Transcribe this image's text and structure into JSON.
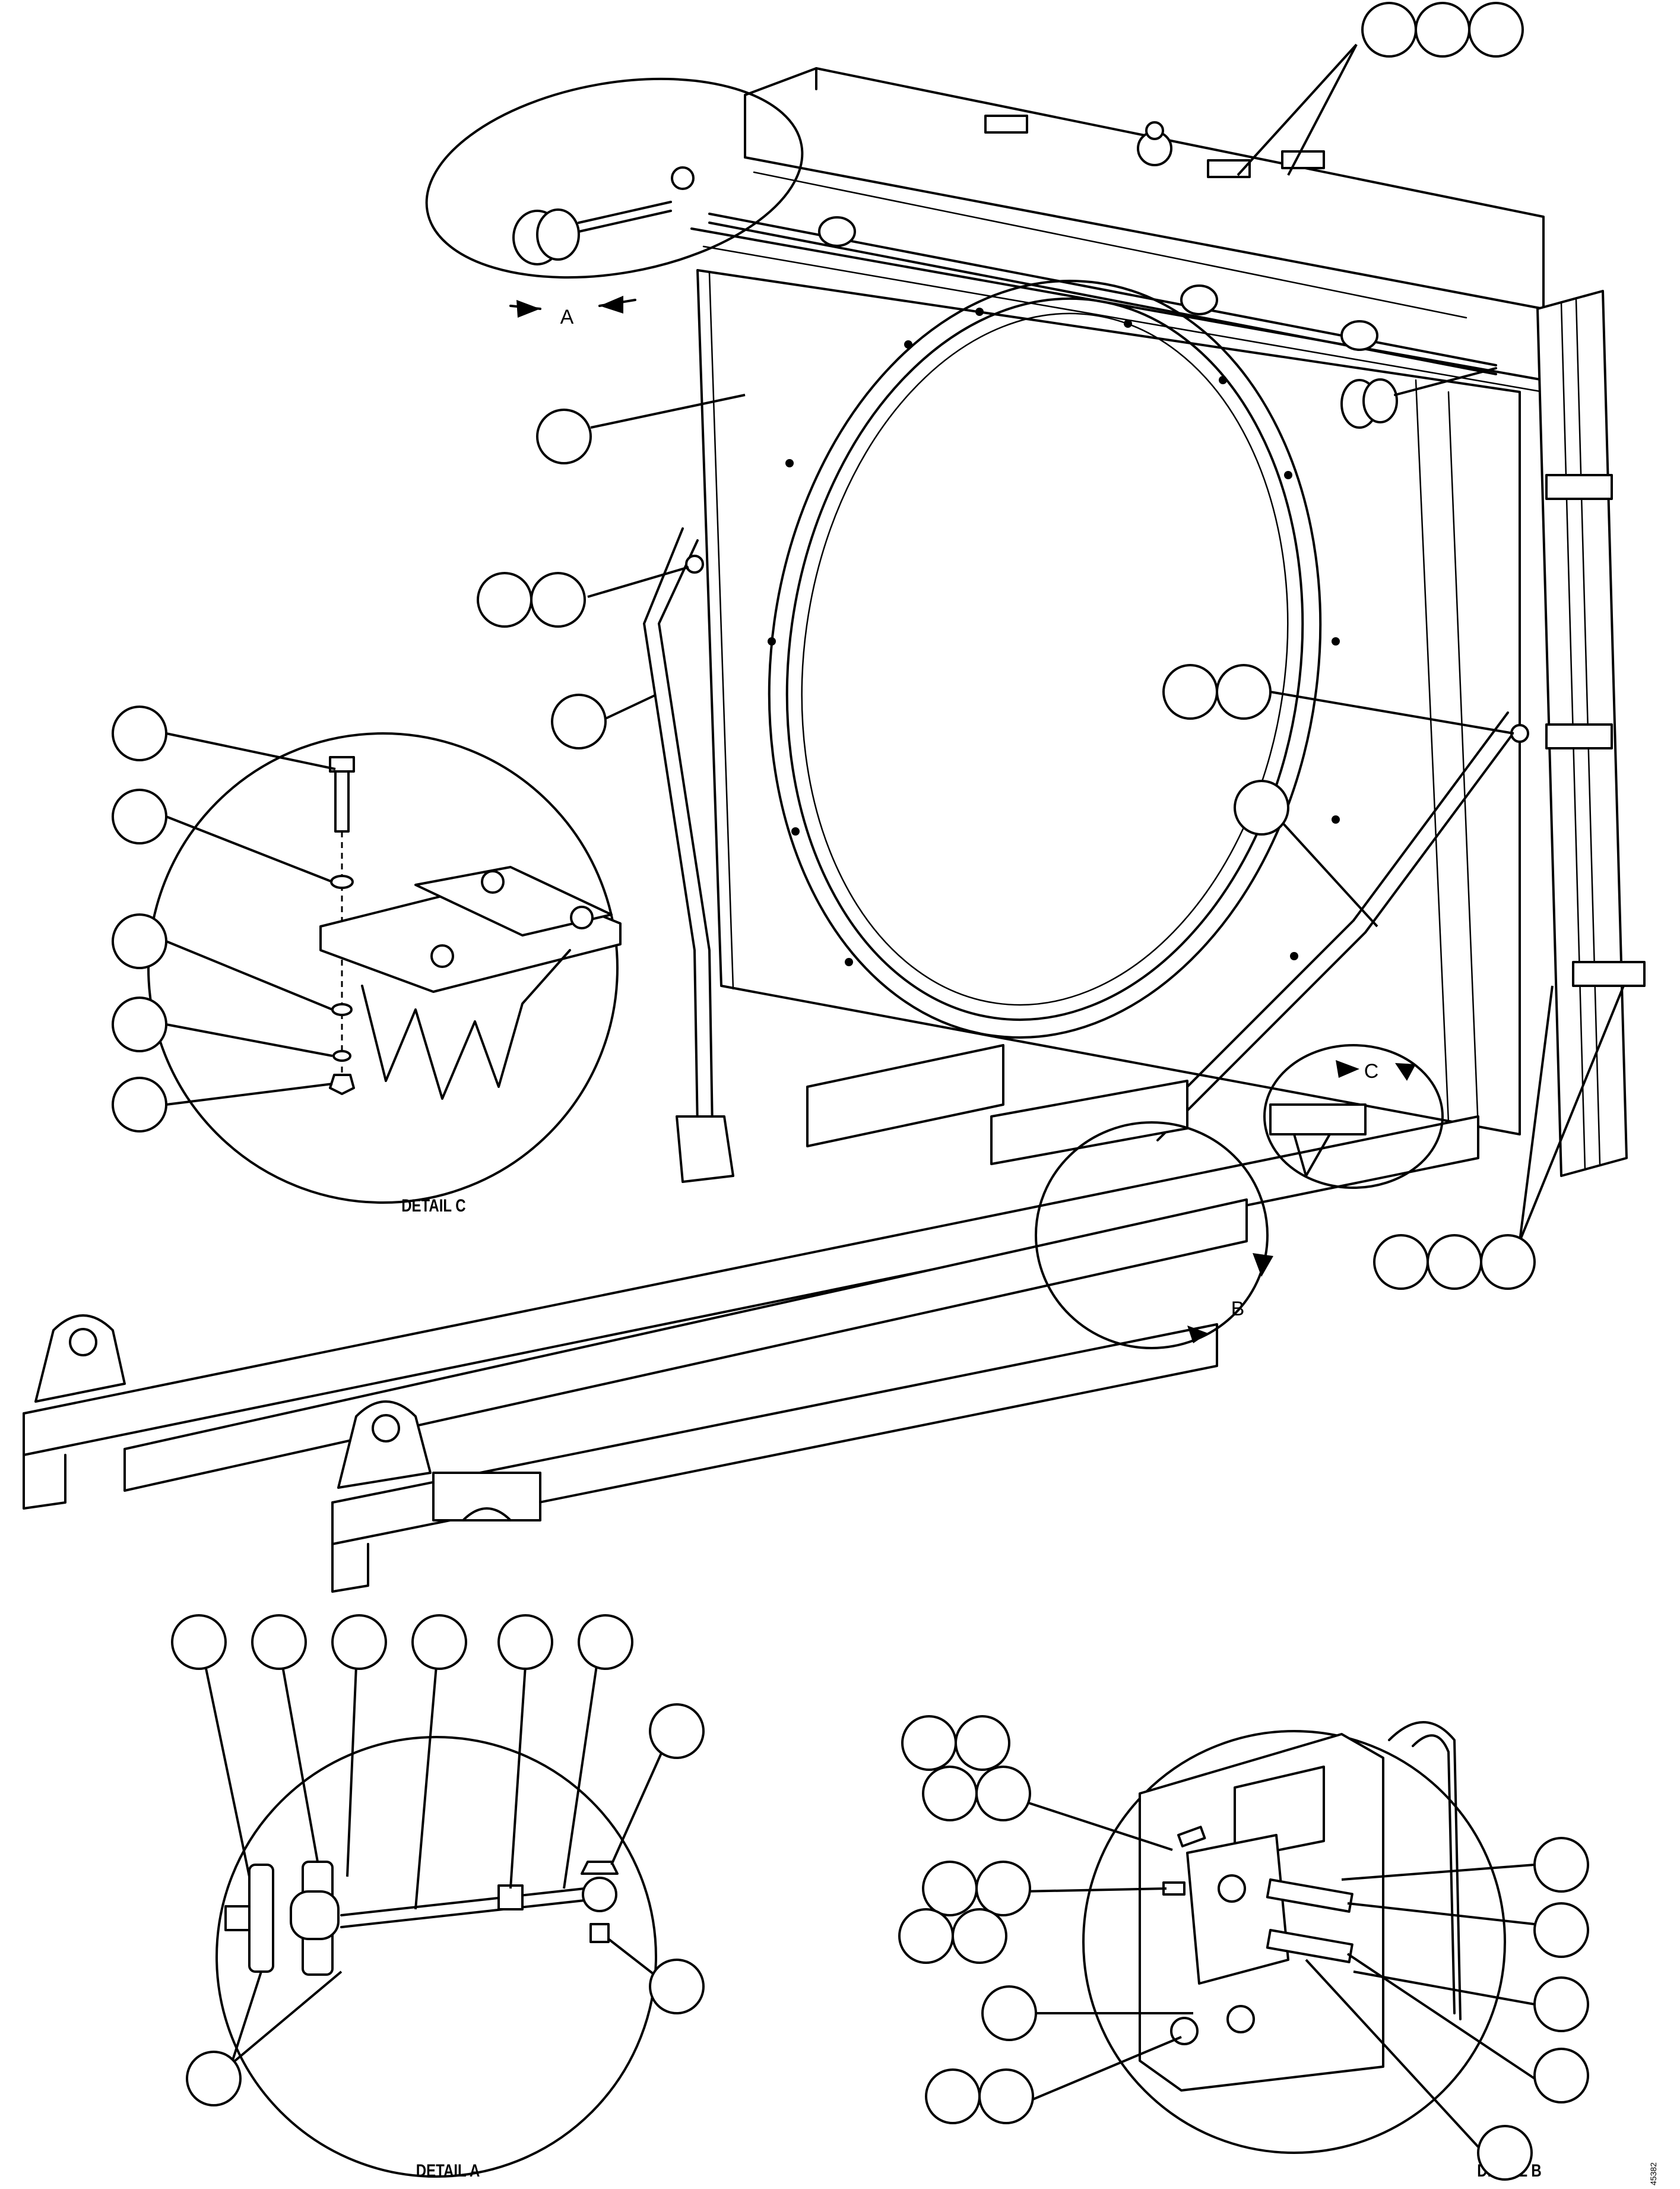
{
  "figure": {
    "view_labels": {
      "a": "A",
      "b": "B",
      "c": "C"
    },
    "detail_titles": {
      "a": "DETAIL A",
      "b": "DETAIL B",
      "c": "DETAIL C"
    },
    "drawing_number": "45382"
  }
}
